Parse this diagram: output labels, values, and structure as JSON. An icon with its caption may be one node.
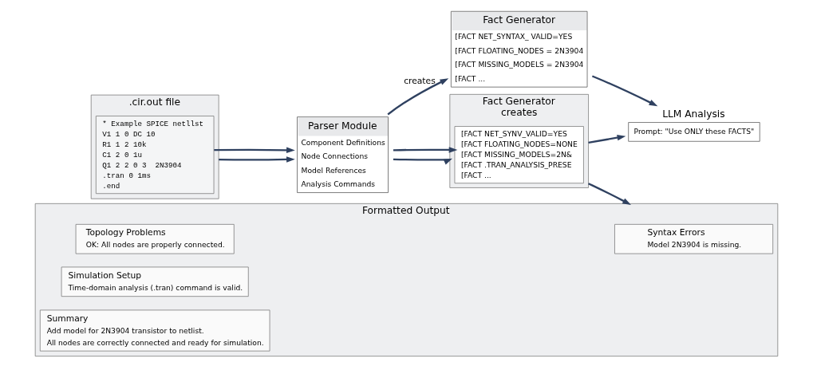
{
  "diagram": {
    "nodes": [
      {
        "text": [
          ".cir.out file"
        ]
      },
      {
        "text": [
          "* Example SPICE netllst",
          "V1 1 0 DC 10",
          "R1 1 2 10k",
          "C1 2 0 1u",
          "Q1 2 2 0 3  2N3904",
          ".tran 0 1ms",
          ".end"
        ],
        "in": 0
      },
      {
        "text": [
          "Parser Module",
          "Component Definitions",
          "Node Connections",
          "Model References",
          "Analysis Commands"
        ]
      },
      {
        "text": [
          "Fact Generator",
          "creates"
        ]
      },
      {
        "text": [
          "[FACT NET_SYNV_VALID=YES",
          "[FACT FLOATING_NODES=NONE",
          "[FACT MISSING_MODELS=2N&",
          "[FACT .TRAN_ANALYSIS_PRESE",
          "[FACT ..."
        ],
        "in": 3
      },
      {
        "text": [
          "Formatted Output"
        ]
      },
      {
        "text": [
          "Syntax Errors",
          "Model 2N3904 is missing."
        ],
        "in": 5
      },
      {
        "text": [
          "Topology Problems",
          "OK: All nodes are properly connected."
        ],
        "in": 5
      },
      {
        "text": [
          "Simulation Setup",
          "Time-domain analysis (.tran) command is valid."
        ],
        "in": 5
      },
      {
        "text": [
          "Summary",
          "Add model for 2N3904 transistor to netlist.",
          "All nodes are correctly connected and ready for simulation."
        ],
        "in": 5
      },
      {
        "text": [
          "Fact Generator",
          "[FACT NET_SYNTAX_ VALID=YES",
          "[FACT FLOATING_NODES = 2N3904",
          "[FACT MISSING_MODELS = 2N3904",
          "[FACT ..."
        ]
      },
      {
        "text": [
          "LLM Analysis",
          "Prompt: \"Use ONLY these FACTS\""
        ]
      }
    ],
    "edges": [
      {
        "from": 0,
        "to": 2,
        "arrow": "to"
      },
      {
        "from": 1,
        "to": 2,
        "arrow": "to"
      },
      {
        "from": 2,
        "to": 3,
        "arrow": "to"
      },
      {
        "from": 2,
        "to": 4,
        "arrow": "to"
      },
      {
        "from": 3,
        "to": 5,
        "arrow": "to"
      },
      {
        "from": 2,
        "to": 10,
        "arrow": "to",
        "label": "creates"
      },
      {
        "from": 3,
        "to": 11,
        "arrow": "to"
      },
      {
        "from": 10,
        "to": 11,
        "arrow": "to"
      }
    ]
  }
}
